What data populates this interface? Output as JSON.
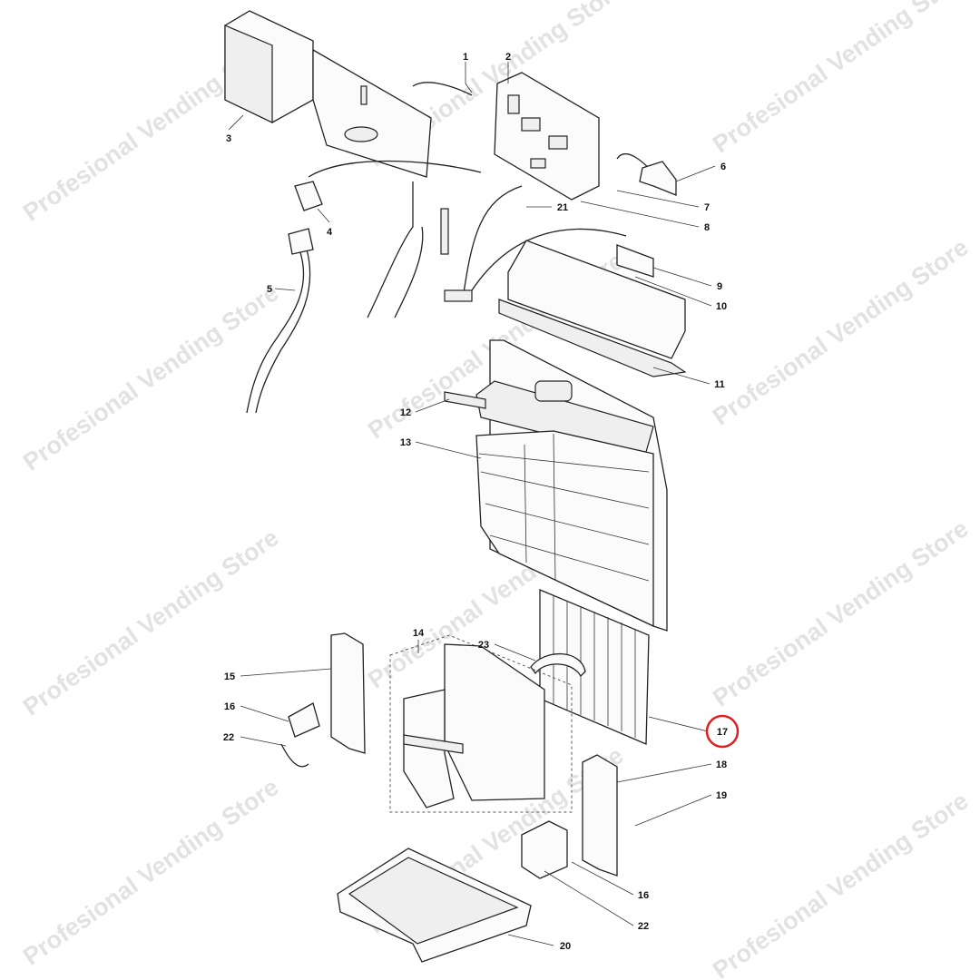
{
  "watermark": "Profesional Vending Store",
  "highlight_color": "#e02020",
  "highlighted_part": "17",
  "labels": {
    "p1": "1",
    "p2": "2",
    "p3": "3",
    "p4": "4",
    "p5": "5",
    "p6": "6",
    "p7": "7",
    "p8": "8",
    "p9": "9",
    "p10": "10",
    "p11": "11",
    "p12": "12",
    "p13": "13",
    "p14": "14",
    "p15": "15",
    "p16a": "16",
    "p22a": "22",
    "p23": "23",
    "p17": "17",
    "p18": "18",
    "p19": "19",
    "p16b": "16",
    "p22b": "22",
    "p20": "20",
    "p21": "21"
  }
}
